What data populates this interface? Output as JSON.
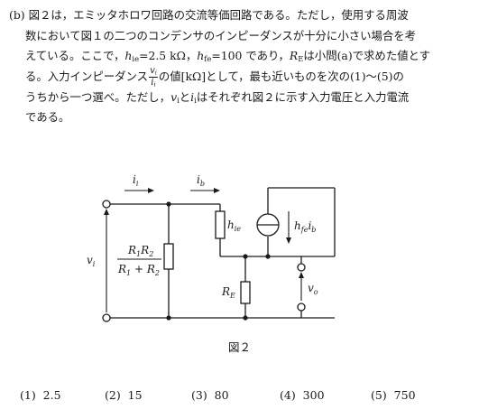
{
  "question": {
    "label": "(b)",
    "l1_a": "図２は，エミッタホロワ回路の交流等価回路である。ただし，使用する周波",
    "l2": "数において図１の二つのコンデンサのインピーダンスが十分に小さい場合を考",
    "l3_a": "えている。ここで，",
    "hie_sym": "h",
    "hie_sub": "ie",
    "hie_val": "=2.5 kΩ，",
    "hfe_sym": "h",
    "hfe_sub": "fe",
    "hfe_val": "=100 であり，",
    "re_sym": "R",
    "re_sub": "E",
    "l3_b": "は小問(a)で求めた値とす",
    "l4_a": "る。入力インピーダンス",
    "frac_num": "v",
    "frac_num_sub": "i",
    "frac_den": "i",
    "frac_den_sub": "i",
    "l4_b": "の値[kΩ]として，最も近いものを次の(1)～(5)の",
    "l5_a": "うちから一つ選べ。ただし，",
    "vi_sym": "v",
    "vi_sub": "i",
    "l5_to": "と",
    "ii_sym": "i",
    "ii_sub": "i",
    "l5_b": "はそれぞれ図２に示す入力電圧と入力電流",
    "l6": "である。"
  },
  "circuit": {
    "ii_label": "i",
    "ii_sub": "i",
    "ib_label": "i",
    "ib_sub": "b",
    "vi_label": "v",
    "vi_sub": "i",
    "hie_label": "h",
    "hie_sub": "ie",
    "src_h": "h",
    "src_h_sub": "fe",
    "src_i": "i",
    "src_i_sub": "b",
    "re_label": "R",
    "re_sub": "E",
    "vo_label": "v",
    "vo_sub": "o",
    "par_num_r1": "R",
    "par_num_r1_sub": "1",
    "par_num_r2": "R",
    "par_num_r2_sub": "2",
    "par_den_r1": "R",
    "par_den_r1_sub": "1",
    "par_den_plus": " + ",
    "par_den_r2": "R",
    "par_den_r2_sub": "2"
  },
  "figure_caption": "図２",
  "choices": [
    {
      "num": "(1)",
      "value": "2.5"
    },
    {
      "num": "(2)",
      "value": "15"
    },
    {
      "num": "(3)",
      "value": "80"
    },
    {
      "num": "(4)",
      "value": "300"
    },
    {
      "num": "(5)",
      "value": "750"
    }
  ]
}
